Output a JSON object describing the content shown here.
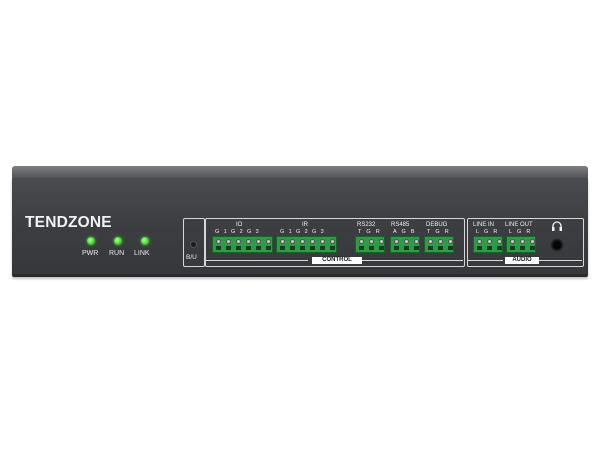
{
  "device": {
    "brand": "TENDZONE",
    "status_leds": [
      {
        "label": "PWR",
        "color": "#46d32f"
      },
      {
        "label": "RUN",
        "color": "#46d32f"
      },
      {
        "label": "LINK",
        "color": "#46d32f"
      }
    ],
    "mode_indicator": {
      "label": "B/U"
    },
    "control_panel": {
      "label": "CONTROL",
      "groups": [
        {
          "name": "IO",
          "pins": "G 1 G 2 G 3"
        },
        {
          "name": "IR",
          "pins": "G 1 G 2 G 3"
        },
        {
          "name": "RS232",
          "pins": "T G R"
        },
        {
          "name": "RS485",
          "pins": "A G B"
        },
        {
          "name": "DEBUG",
          "pins": "T G R"
        }
      ]
    },
    "audio_panel": {
      "label": "AUDIO",
      "groups": [
        {
          "name": "LINE IN",
          "pins": "L G R"
        },
        {
          "name": "LINE OUT",
          "pins": "L G R"
        }
      ],
      "headphone": "headphone-icon"
    },
    "colors": {
      "chassis": "#3c3e42",
      "terminal": "#2e9b47",
      "led": "#46d32f"
    }
  }
}
